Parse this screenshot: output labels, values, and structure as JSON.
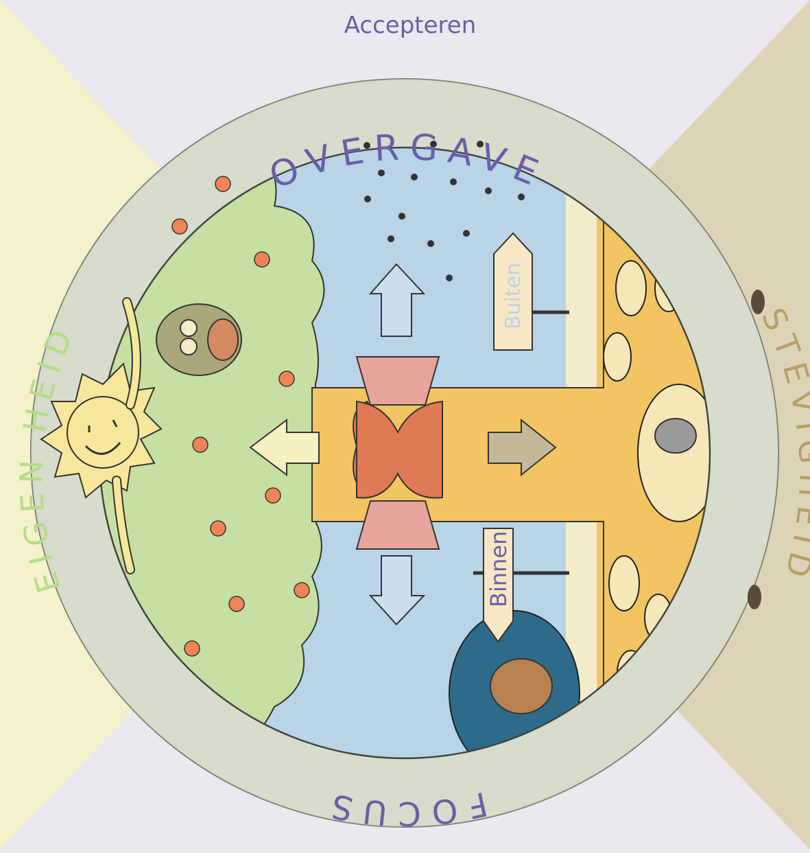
{
  "top_label": "Accepteren",
  "ring": {
    "top": "OVERGAVE",
    "left": "EIGEN HEID",
    "right": "STEVIGHEID",
    "bottom": "FOCUS"
  },
  "signs": {
    "upper": "Buiten",
    "lower": "Binnen"
  },
  "colors": {
    "background": "#ece8ef",
    "ring": "#c9cddd",
    "ring_text": "#6a5fa6",
    "left_text": "#b6dd86",
    "right_text": "#b6a067",
    "sky": "#b9d3e7",
    "foliage": "#c7dfa2",
    "trunk": "#f2c562",
    "heart": "#e07a55",
    "wings": "#e8a59e",
    "sun": "#f6e79a",
    "apple": "#f08457",
    "pond": "#2e6b8a"
  },
  "icons": [
    "sun-face-icon",
    "owl-icon",
    "heart-with-wings-icon",
    "bird-flock-icon",
    "mole-icon",
    "bear-icon",
    "footprint-icon",
    "arrow-up-icon",
    "arrow-down-icon",
    "arrow-left-icon",
    "arrow-right-icon"
  ]
}
